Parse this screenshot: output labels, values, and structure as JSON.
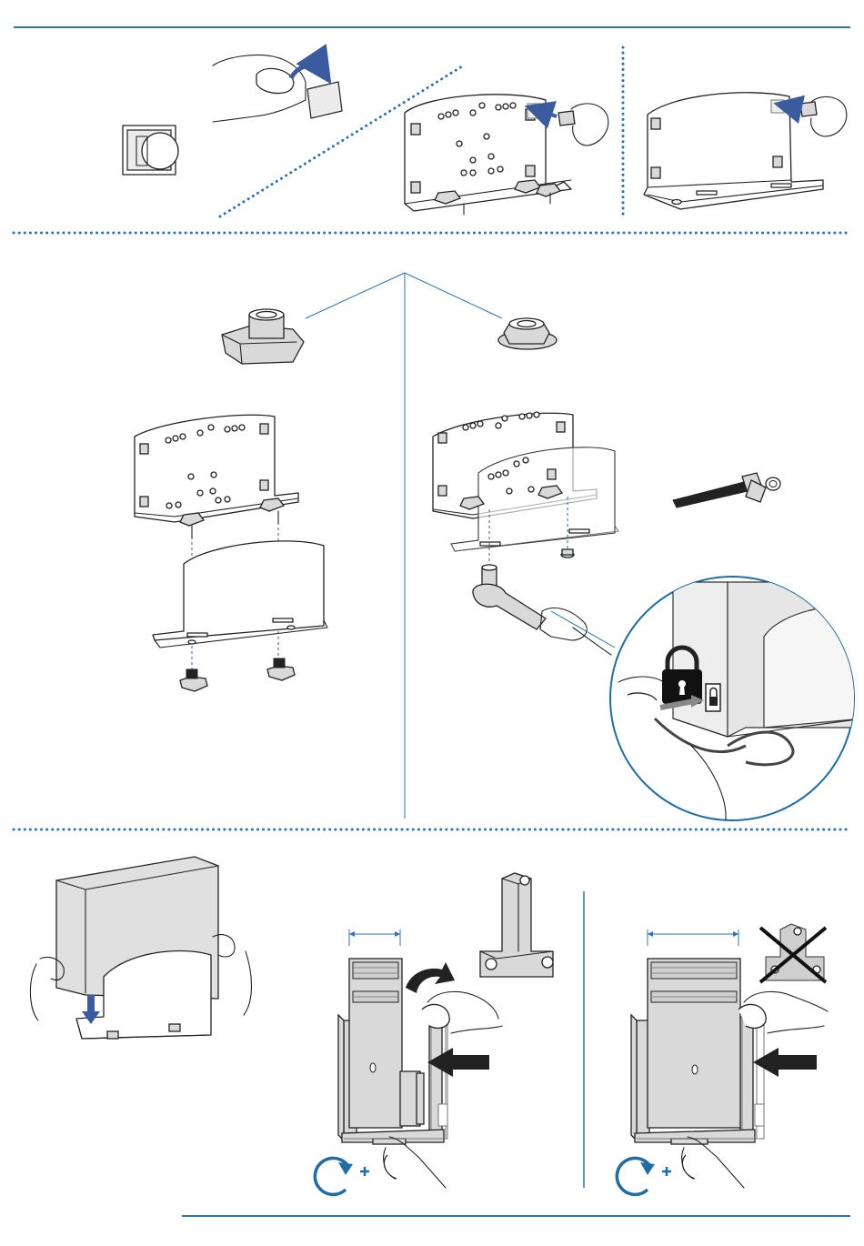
{
  "colors": {
    "accent_blue": "#2f73b5",
    "arrow_blue": "#3a5b9e",
    "callout_blue": "#1f6ca6",
    "line_black": "#222222",
    "fill_gray": "#d9d9d9"
  },
  "icons": {
    "rotate_tighten": "rotate-clockwise-plus-icon",
    "lock": "padlock-icon",
    "prohibited": "cross-out-icon"
  },
  "steps": [
    {
      "id": "remove-foot-pads",
      "icons": [
        "adhesive-pad-icon",
        "peel-hand-icon"
      ]
    },
    {
      "id": "attach-pads-to-bracket"
    },
    {
      "id": "attach-pads-to-shelf"
    },
    {
      "id": "mount-with-threaded-feet",
      "icons": [
        "threaded-foot-nut-icon"
      ]
    },
    {
      "id": "mount-with-flange-nuts",
      "icons": [
        "flange-nut-icon",
        "wrench-icon",
        "washer-icon"
      ]
    },
    {
      "id": "secure-with-cable-lock",
      "icons": [
        "padlock-icon",
        "cable-loop-icon"
      ]
    },
    {
      "id": "insert-pc-into-holder",
      "icons": [
        "down-arrow-icon"
      ]
    },
    {
      "id": "adjust-width-with-spacer",
      "icons": [
        "spacer-block-icon",
        "rotate-clockwise-plus-icon"
      ]
    },
    {
      "id": "adjust-width-without-spacer",
      "icons": [
        "cross-out-icon",
        "rotate-clockwise-plus-icon"
      ]
    }
  ]
}
